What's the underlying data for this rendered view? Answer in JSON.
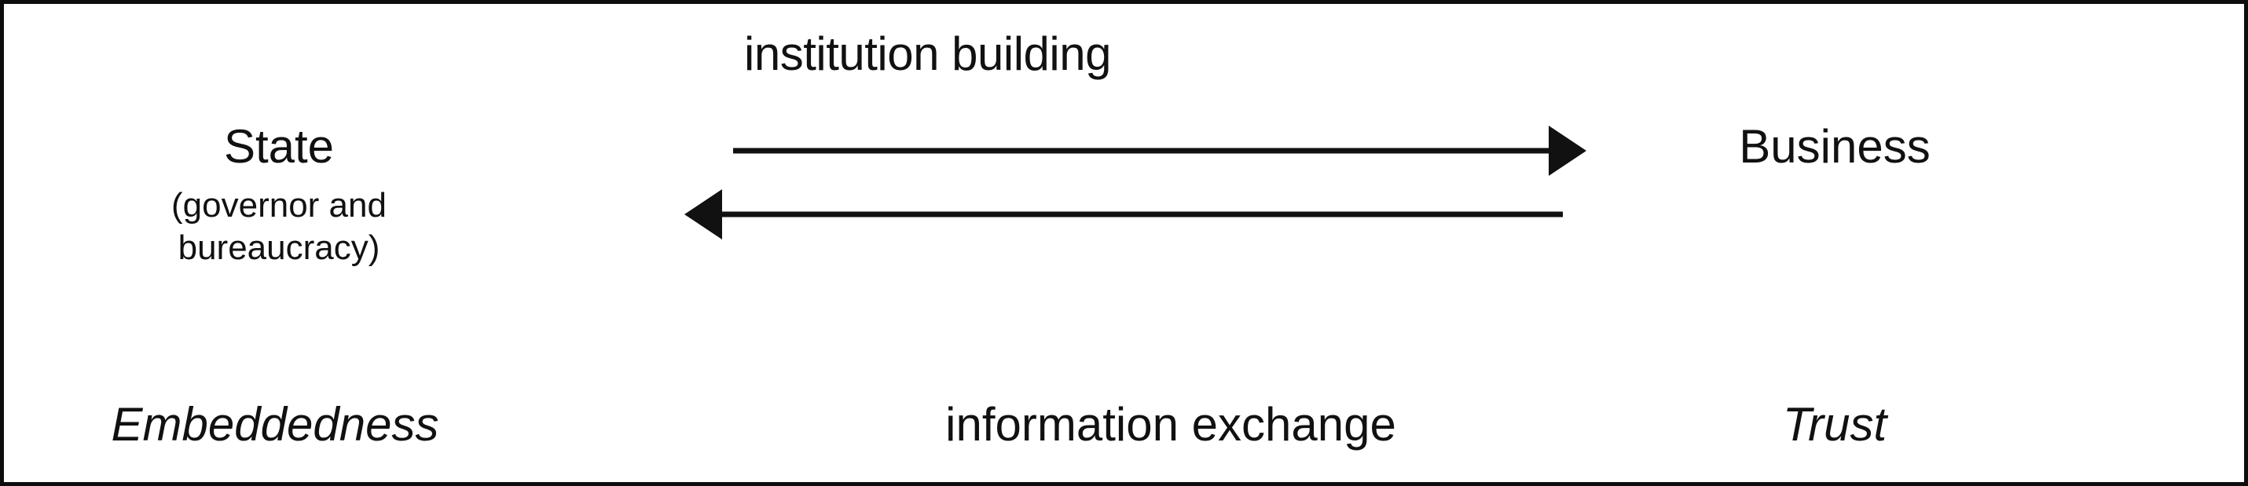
{
  "diagram": {
    "type": "two-node-bidirectional-flow",
    "background_color": "#ffffff",
    "border_color": "#0d0d0d",
    "stroke_color": "#111111",
    "nodes": {
      "left": {
        "title": "State",
        "subtitle_line1": "(governor and",
        "subtitle_line2": "bureaucracy)",
        "bottom_attribute": "Embeddedness"
      },
      "right": {
        "title": "Business",
        "bottom_attribute": "Trust"
      }
    },
    "arrows": {
      "top": {
        "label": "institution building",
        "direction": "left-to-right",
        "from": "State",
        "to": "Business"
      },
      "bottom": {
        "label": "information exchange",
        "direction": "right-to-left",
        "from": "Business",
        "to": "State"
      }
    }
  }
}
